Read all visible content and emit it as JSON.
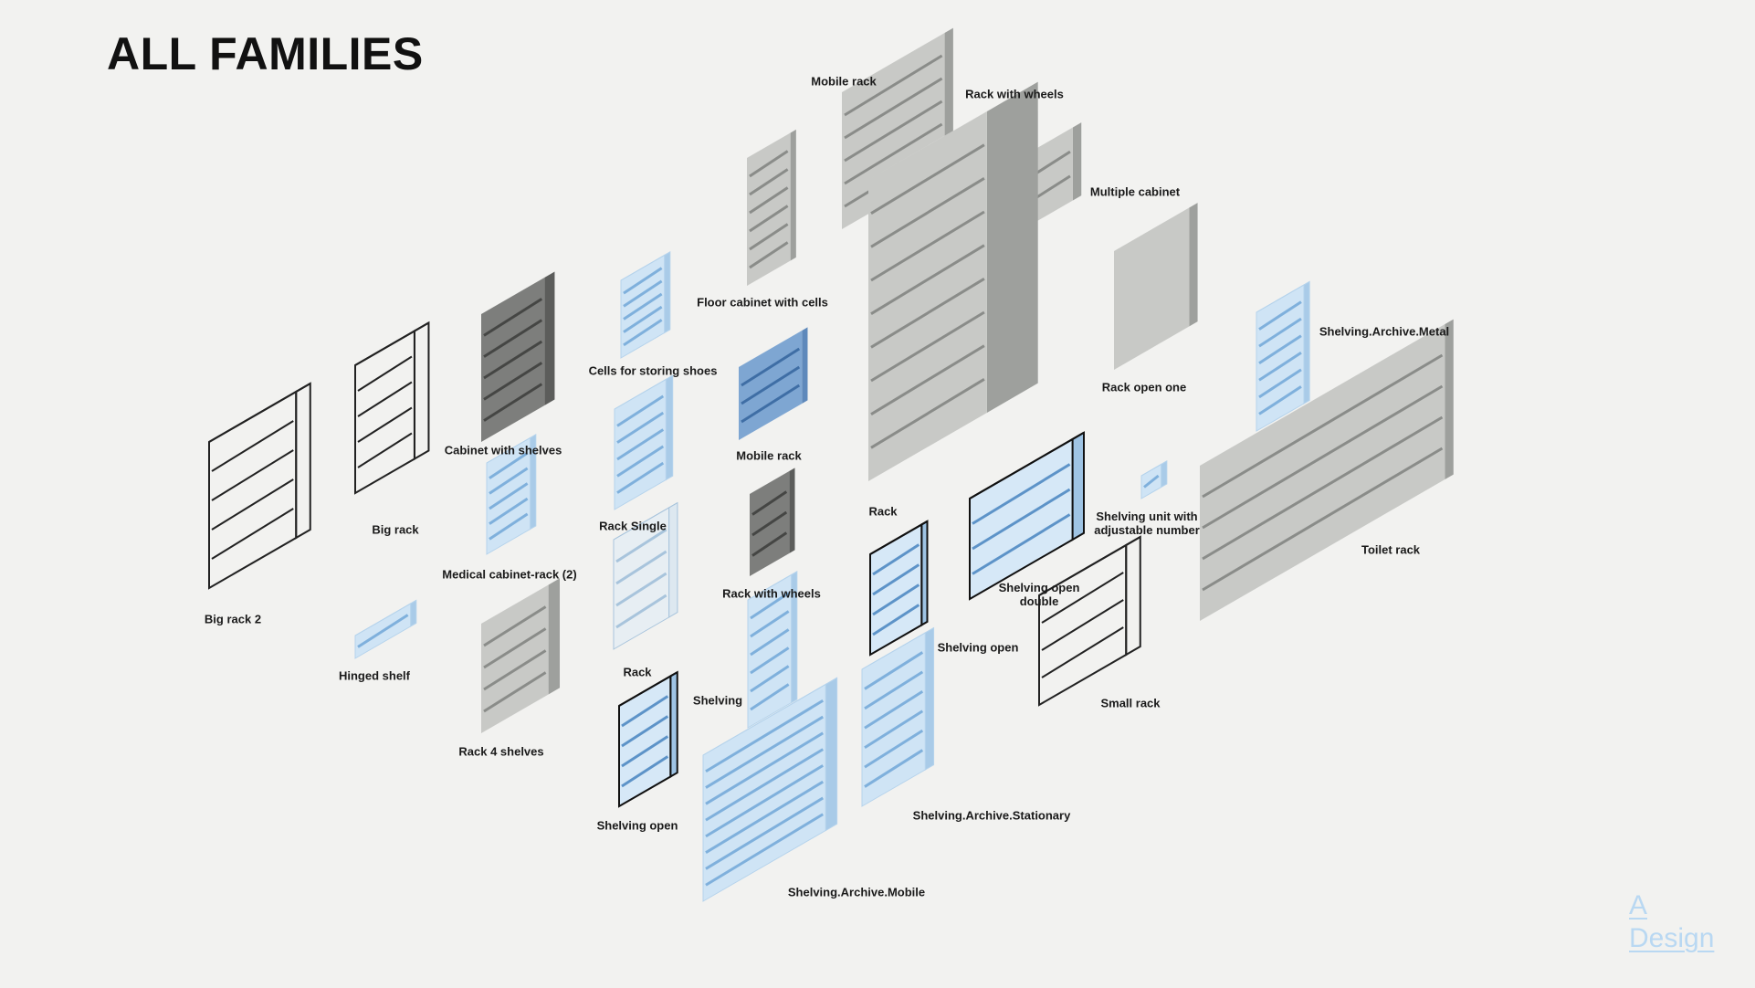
{
  "title": "ALL FAMILIES",
  "labels": [
    "Mobile rack",
    "Rack with wheels",
    "Multiple cabinet",
    "Floor cabinet with cells",
    "Rack open one",
    "Shelving.Archive.Metal",
    "Cells for storing shoes",
    "Cabinet with shelves",
    "Mobile rack",
    "Rack",
    "Shelving unit with\nadjustable number",
    "Big rack",
    "Rack Single",
    "Toilet rack",
    "Medical cabinet-rack (2)",
    "Shelving open\ndouble",
    "Rack with wheels",
    "Big rack 2",
    "Shelving open",
    "Rack",
    "Hinged shelf",
    "Shelving",
    "Small rack",
    "Rack 4 shelves",
    "Shelving.Archive.Stationary",
    "Shelving open",
    "Shelving.Archive.Mobile"
  ],
  "logo": {
    "line1": "A",
    "line2": "Design"
  },
  "colors": {
    "background": "#f2f2f0",
    "gray": "#c8c9c6",
    "blue": "#cfe4f5",
    "logo": "#b9d8f2"
  }
}
